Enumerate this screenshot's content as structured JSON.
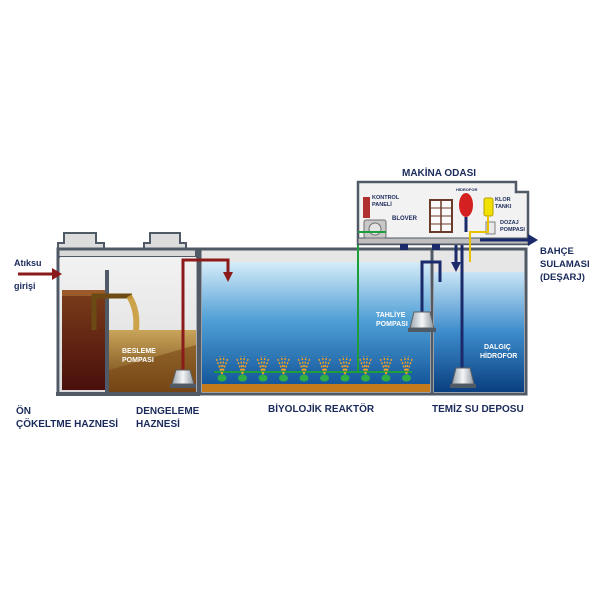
{
  "labels": {
    "inlet_line1": "Atıksu",
    "inlet_line2": "girişi",
    "pre_settling_line1": "ÖN",
    "pre_settling_line2": "ÇÖKELTME HAZNESİ",
    "equalization_line1": "DENGELEME",
    "equalization_line2": "HAZNESİ",
    "bio_reactor": "BİYOLOJİK REAKTÖR",
    "clean_water": "TEMİZ SU DEPOSU",
    "machine_room": "MAKİNA ODASI",
    "feed_pump_line1": "BESLEME",
    "feed_pump_line2": "POMPASI",
    "discharge_pump_line1": "TAHLİYE",
    "discharge_pump_line2": "POMPASI",
    "submersible_line1": "DALGIÇ",
    "submersible_line2": "HİDROFOR",
    "control_panel_line1": "KONTROL",
    "control_panel_line2": "PANELİ",
    "blower": "BLOVER",
    "hydrophore": "HİDROFOR",
    "chlorine_tank_line1": "KLOR",
    "chlorine_tank_line2": "TANKI",
    "dosing_pump_line1": "DOZAJ",
    "dosing_pump_line2": "POMPASI",
    "garden_line1": "BAHÇE",
    "garden_line2": "SULAMASI",
    "garden_line3": "(DEŞARJ)"
  },
  "colors": {
    "tank_wall": "#505a66",
    "water_blue": "#1e73be",
    "sludge_dark": "#5a1a14",
    "sludge_brown": "#9a6a2a",
    "inlet_arrow": "#8b1a1a",
    "discharge_arrow": "#1a2a6a",
    "air_line": "#1e9e3a",
    "chlorine_line": "#e6c200"
  }
}
